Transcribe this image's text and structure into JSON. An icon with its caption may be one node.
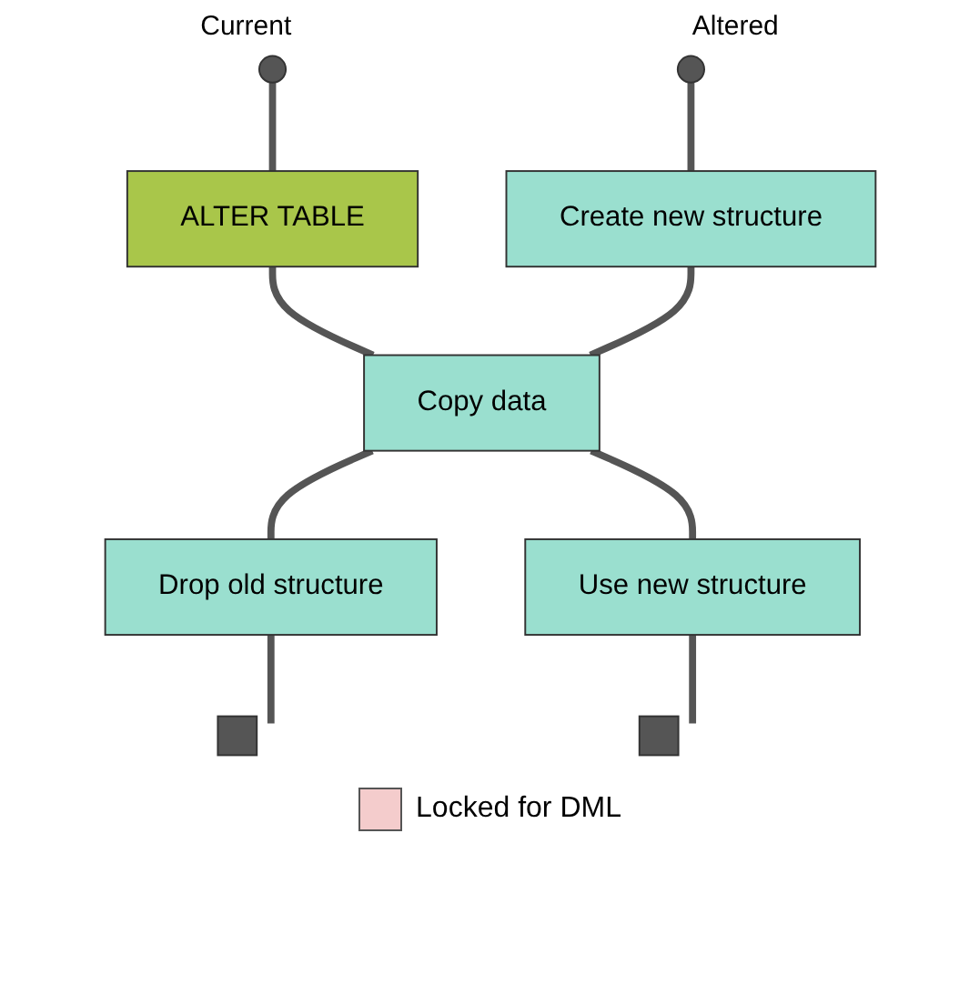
{
  "diagram": {
    "nodes": [
      {
        "text": [],
        "shape": "circle"
      },
      {
        "text": [
          "ALTER TABLE"
        ]
      },
      {
        "text": [],
        "shape": "circle"
      },
      {
        "text": [
          "Create new structure"
        ]
      },
      {
        "text": [
          "Copy data"
        ]
      },
      {
        "text": [
          "Drop old structure"
        ]
      },
      {
        "text": [
          "Use new structure"
        ]
      },
      {
        "text": [],
        "shape": "box"
      },
      {
        "text": [],
        "shape": "box"
      }
    ],
    "edges": [
      {
        "from": 0,
        "to": 1,
        "arrow": "none"
      },
      {
        "from": 1,
        "to": 4,
        "arrow": "none"
      },
      {
        "from": 4,
        "to": 5,
        "arrow": "none"
      },
      {
        "from": 5,
        "to": 7,
        "arrow": "none"
      },
      {
        "from": 2,
        "to": 3,
        "arrow": "none"
      },
      {
        "from": 3,
        "to": 4,
        "arrow": "none"
      },
      {
        "from": 4,
        "to": 6,
        "arrow": "none"
      },
      {
        "from": 6,
        "to": 8,
        "arrow": "none"
      }
    ],
    "labels": [
      "Current",
      "Altered"
    ],
    "legend": [
      {
        "text": "Locked for DML",
        "color": "#f4cccc"
      }
    ]
  }
}
